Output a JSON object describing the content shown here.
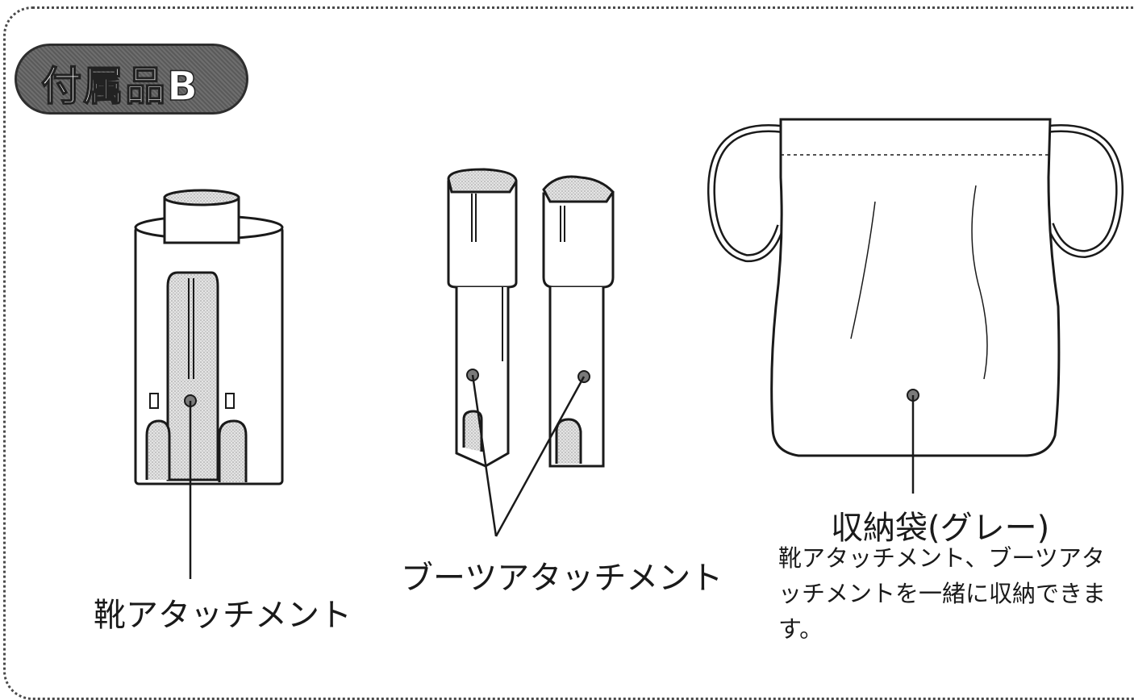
{
  "section": {
    "title": "付属品B"
  },
  "items": {
    "shoe": {
      "label": "靴アタッチメント"
    },
    "boots": {
      "label": "ブーツアタッチメント"
    },
    "bag": {
      "title": "収納袋(グレー)",
      "description": "靴アタッチメント、ブーツアタッチメントを一緒に収納できます。"
    }
  },
  "colors": {
    "line": "#1a1a1a",
    "shade": "#cfcfcf",
    "badge": "#5f5f5f"
  }
}
